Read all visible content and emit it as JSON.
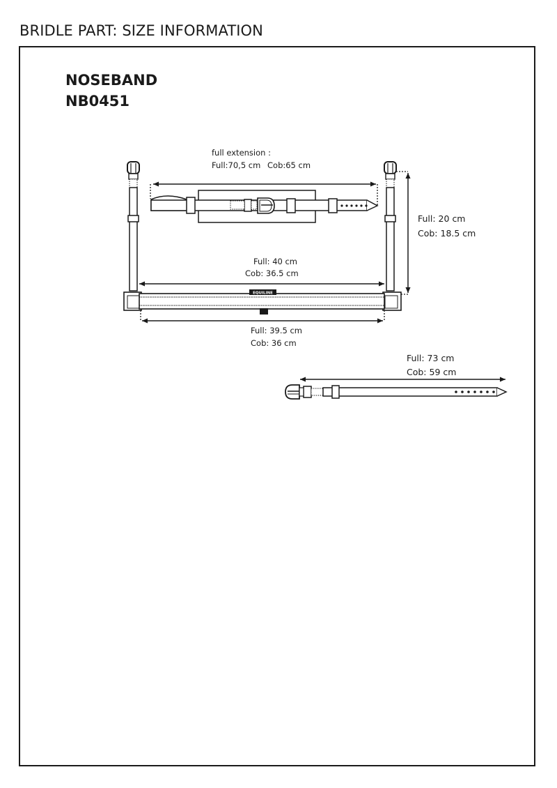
{
  "page": {
    "title": "BRIDLE PART: SIZE INFORMATION"
  },
  "product": {
    "name": "NOSEBAND",
    "code": "NB0451"
  },
  "colors": {
    "ink": "#1a1a1a",
    "background": "#ffffff"
  },
  "measurements": {
    "full_extension": {
      "heading": "full extension :",
      "full": "Full:70,5 cm",
      "cob": "Cob:65 cm"
    },
    "side_height": {
      "full": "Full: 20 cm",
      "cob": "Cob: 18.5 cm"
    },
    "inner_width": {
      "full": "Full: 40 cm",
      "cob": "Cob: 36.5 cm"
    },
    "outer_width": {
      "full": "Full: 39.5 cm",
      "cob": "Cob: 36 cm"
    },
    "lower_strap": {
      "full": "Full: 73 cm",
      "cob": "Cob: 59 cm"
    }
  },
  "brand_tag": "EQUILINE"
}
